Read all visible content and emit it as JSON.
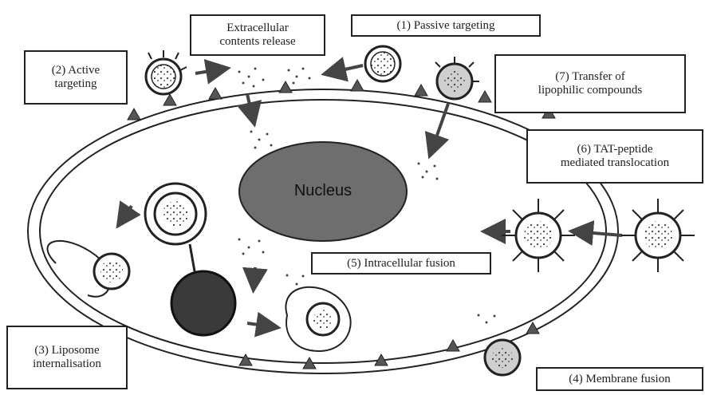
{
  "nucleus_label": "Nucleus",
  "labels": {
    "extracellular_release": "Extracellular\ncontents release",
    "passive_targeting": "(1) Passive targeting",
    "active_targeting": "(2) Active\ntargeting",
    "liposome_internalisation": "(3) Liposome\ninternalisation",
    "membrane_fusion": "(4) Membrane fusion",
    "intracellular_fusion": "(5) Intracellular fusion",
    "tat_peptide": "(6) TAT-peptide\nmediated translocation",
    "lipophilic_transfer": "(7) Transfer of\nlipophilic compounds"
  },
  "colors": {
    "outline": "#222222",
    "nucleus_fill": "#6e6e6e",
    "dark_vesicle_fill": "#3a3a3a",
    "liposome_fill": "#cfcfcf"
  }
}
